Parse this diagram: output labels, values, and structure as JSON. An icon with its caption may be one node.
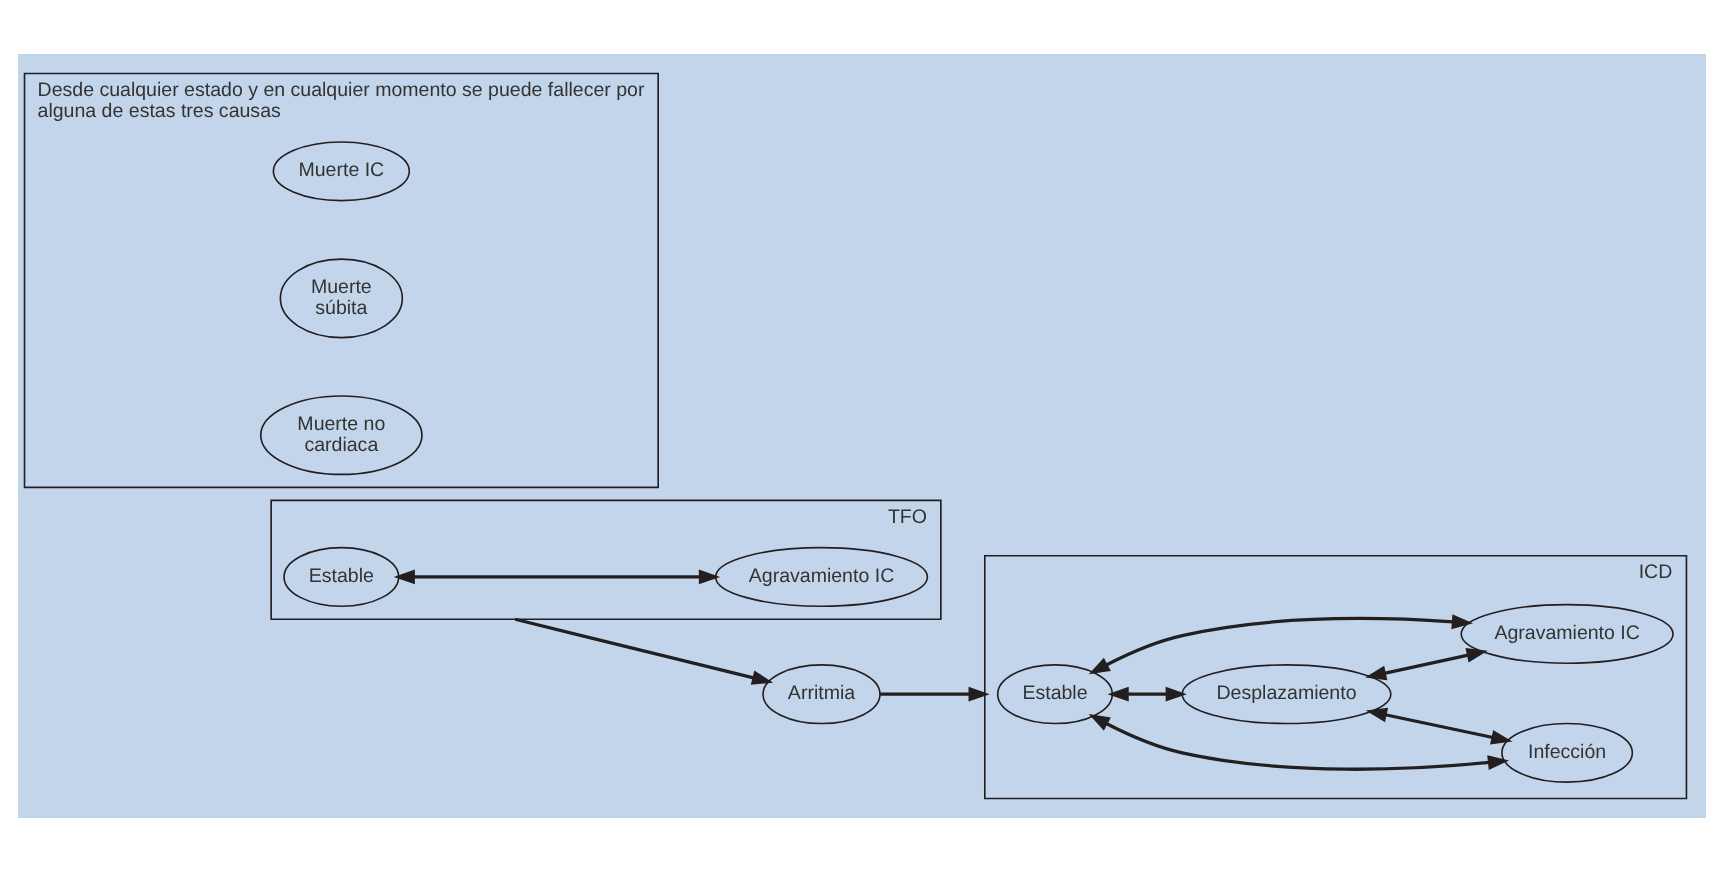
{
  "diagram": {
    "nodes": [
      {
        "text": [
          "TFO"
        ]
      },
      {
        "text": [
          "Estable"
        ],
        "in": 0
      },
      {
        "text": [
          "Agravamiento IC"
        ],
        "in": 0
      },
      {
        "text": [
          "Arritmia"
        ]
      },
      {
        "text": [
          "ICD"
        ]
      },
      {
        "text": [
          "Estable"
        ],
        "in": 4
      },
      {
        "text": [
          "Desplazamiento"
        ],
        "in": 4
      },
      {
        "text": [
          "Infección"
        ],
        "in": 4
      },
      {
        "text": [
          "Agravamiento IC"
        ],
        "in": 4
      },
      {
        "text": [
          "Desde cualquier estado y en cualquier momento se puede fallecer por alguna de estas tres causas"
        ]
      },
      {
        "text": [
          "Muerte IC"
        ],
        "in": 9
      },
      {
        "text": [
          "Muerte súbita"
        ],
        "in": 9
      },
      {
        "text": [
          "Muerte no cardiaca"
        ],
        "in": 9
      }
    ],
    "edges": [
      {
        "from": 1,
        "to": 2,
        "arrow": "both"
      },
      {
        "from": 0,
        "to": 3,
        "arrow": "to"
      },
      {
        "from": 3,
        "to": 4,
        "arrow": "to"
      },
      {
        "from": 5,
        "to": 6,
        "arrow": "both"
      },
      {
        "from": 5,
        "to": 8,
        "arrow": "both"
      },
      {
        "from": 6,
        "to": 7,
        "arrow": "both"
      },
      {
        "from": 5,
        "to": 7,
        "arrow": "both"
      },
      {
        "from": 6,
        "to": 8,
        "arrow": "both"
      }
    ]
  }
}
